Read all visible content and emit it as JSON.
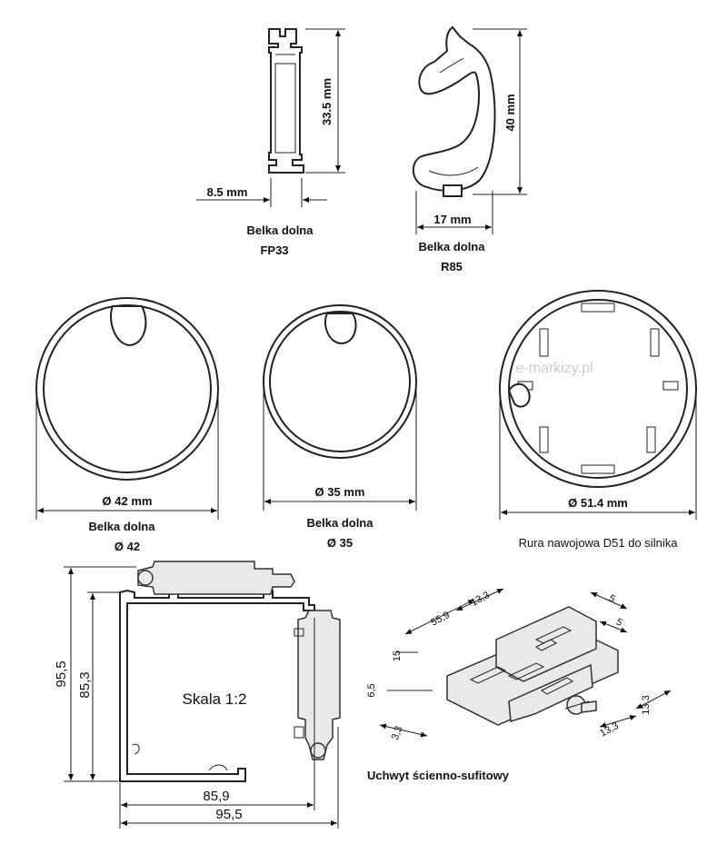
{
  "fp33": {
    "height": "33.5 mm",
    "width": "8.5 mm",
    "name_line1": "Belka dolna",
    "name_line2": "FP33"
  },
  "r85": {
    "height": "40 mm",
    "width": "17 mm",
    "name_line1": "Belka dolna",
    "name_line2": "R85"
  },
  "d42": {
    "diameter": "Ø 42 mm",
    "name_line1": "Belka dolna",
    "name_line2": "Ø 42"
  },
  "d35": {
    "diameter": "Ø 35 mm",
    "name_line1": "Belka dolna",
    "name_line2": "Ø 35"
  },
  "d51": {
    "diameter": "Ø 51.4 mm",
    "name": "Rura nawojowa D51 do silnika"
  },
  "box": {
    "outer_height": "95,5",
    "inner_height": "85,3",
    "inner_width": "85,9",
    "outer_width": "95,5",
    "scale": "Skala 1:2"
  },
  "bracket": {
    "dims": [
      "55,9",
      "13,3",
      "5",
      "15",
      "6,5",
      "13,3",
      "5",
      "13,3",
      "3,3"
    ],
    "name": "Uchwyt ścienno-sufitowy"
  },
  "watermark": "e-markizy.pl"
}
